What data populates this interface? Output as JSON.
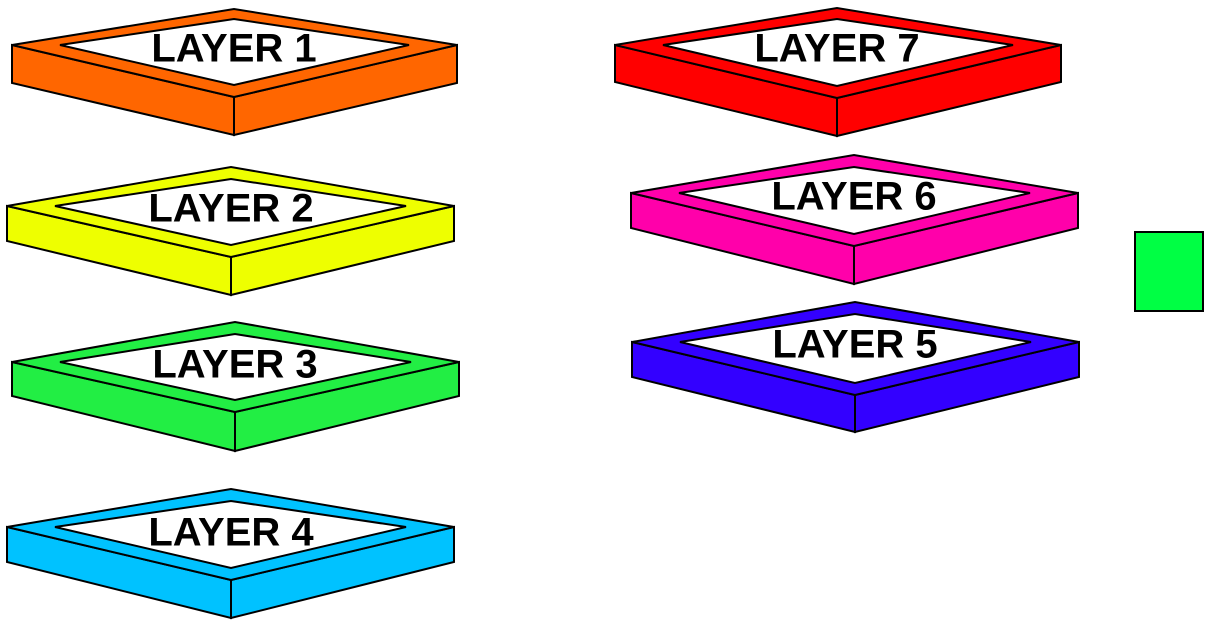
{
  "layers": [
    {
      "label": "LAYER 1",
      "color": "#FF6600"
    },
    {
      "label": "LAYER 2",
      "color": "#EEFF00"
    },
    {
      "label": "LAYER 3",
      "color": "#22EE44"
    },
    {
      "label": "LAYER 4",
      "color": "#00C2FF"
    },
    {
      "label": "LAYER 5",
      "color": "#3300FF"
    },
    {
      "label": "LAYER 6",
      "color": "#FF00AA"
    },
    {
      "label": "LAYER 7",
      "color": "#FF0000"
    }
  ],
  "legend_swatch": {
    "color": "#00FF44"
  }
}
